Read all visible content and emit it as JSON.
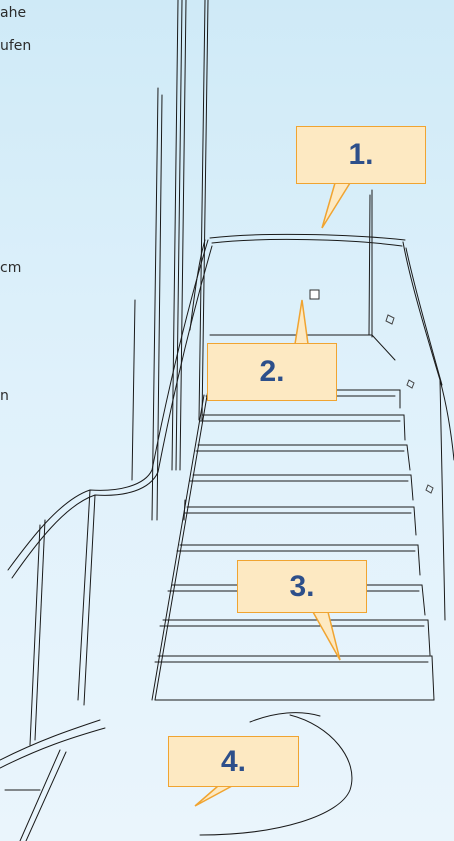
{
  "side_text": [
    "ahe",
    "ufen",
    "cm",
    "n"
  ],
  "callouts": [
    {
      "label": "1."
    },
    {
      "label": "2."
    },
    {
      "label": "3."
    },
    {
      "label": "4."
    }
  ],
  "colors": {
    "callout_fill": "#fde9c2",
    "callout_border": "#f0a431",
    "callout_text": "#2d4f8a",
    "background": "#dff1fb"
  },
  "icons": [
    "light-switch-icon",
    "step-light-icon"
  ]
}
